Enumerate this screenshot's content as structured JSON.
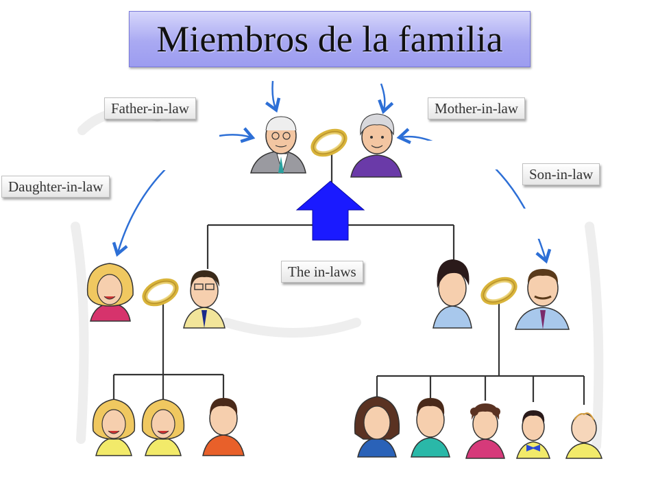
{
  "title": "Miembros de la familia",
  "labels": {
    "father_in_law": "Father-in-law",
    "mother_in_law": "Mother-in-law",
    "daughter_in_law": "Daughter-in-law",
    "son_in_law": "Son-in-law",
    "the_in_laws": "The in-laws"
  },
  "colors": {
    "title_fill": "#a9a9f2",
    "arrow_blue": "#2d6fd6",
    "up_arrow": "#1a1aff",
    "tree_line": "#333333",
    "ring": "#e8c84a"
  }
}
